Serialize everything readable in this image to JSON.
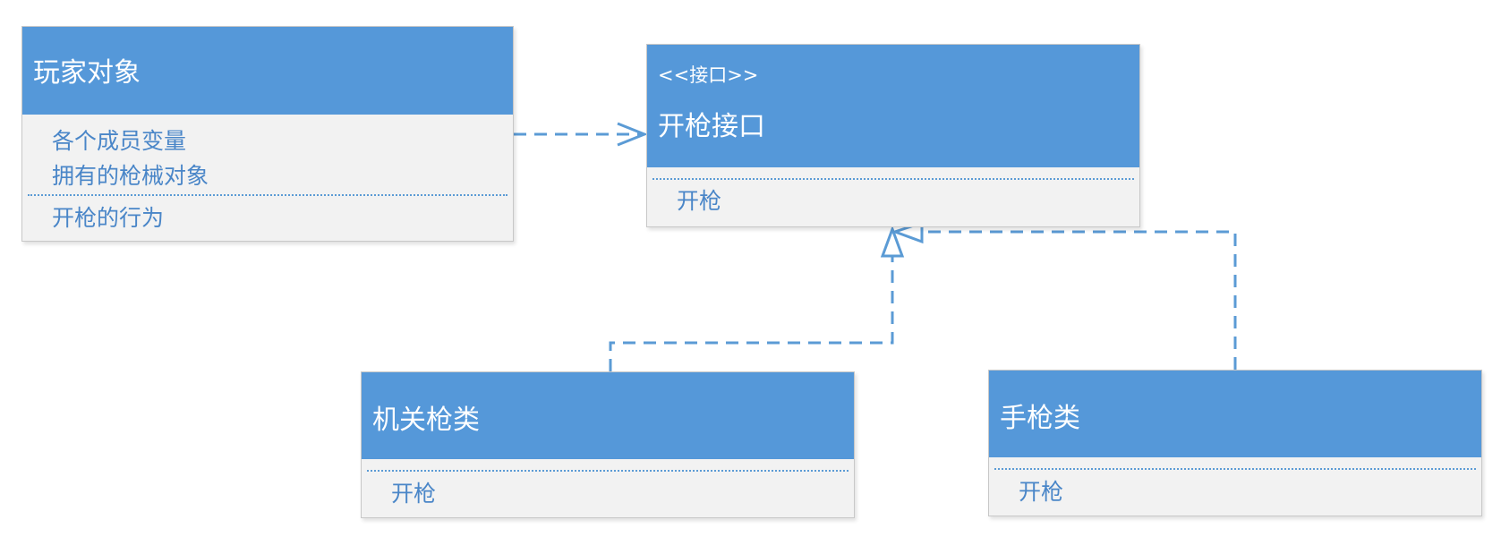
{
  "classes": {
    "player": {
      "name": "玩家对象",
      "members": [
        "各个成员变量",
        "拥有的枪械对象"
      ],
      "methods": [
        "开枪的行为"
      ]
    },
    "interface": {
      "stereotype": "<<接口>>",
      "name": "开枪接口",
      "methods": [
        "开枪"
      ]
    },
    "machine_gun": {
      "name": "机关枪类",
      "methods": [
        "开枪"
      ]
    },
    "pistol": {
      "name": "手枪类",
      "methods": [
        "开枪"
      ]
    }
  },
  "colors": {
    "header": "#5598d9",
    "body": "#f2f2f2",
    "text": "#4a86c8",
    "connector": "#5b9bd5"
  }
}
